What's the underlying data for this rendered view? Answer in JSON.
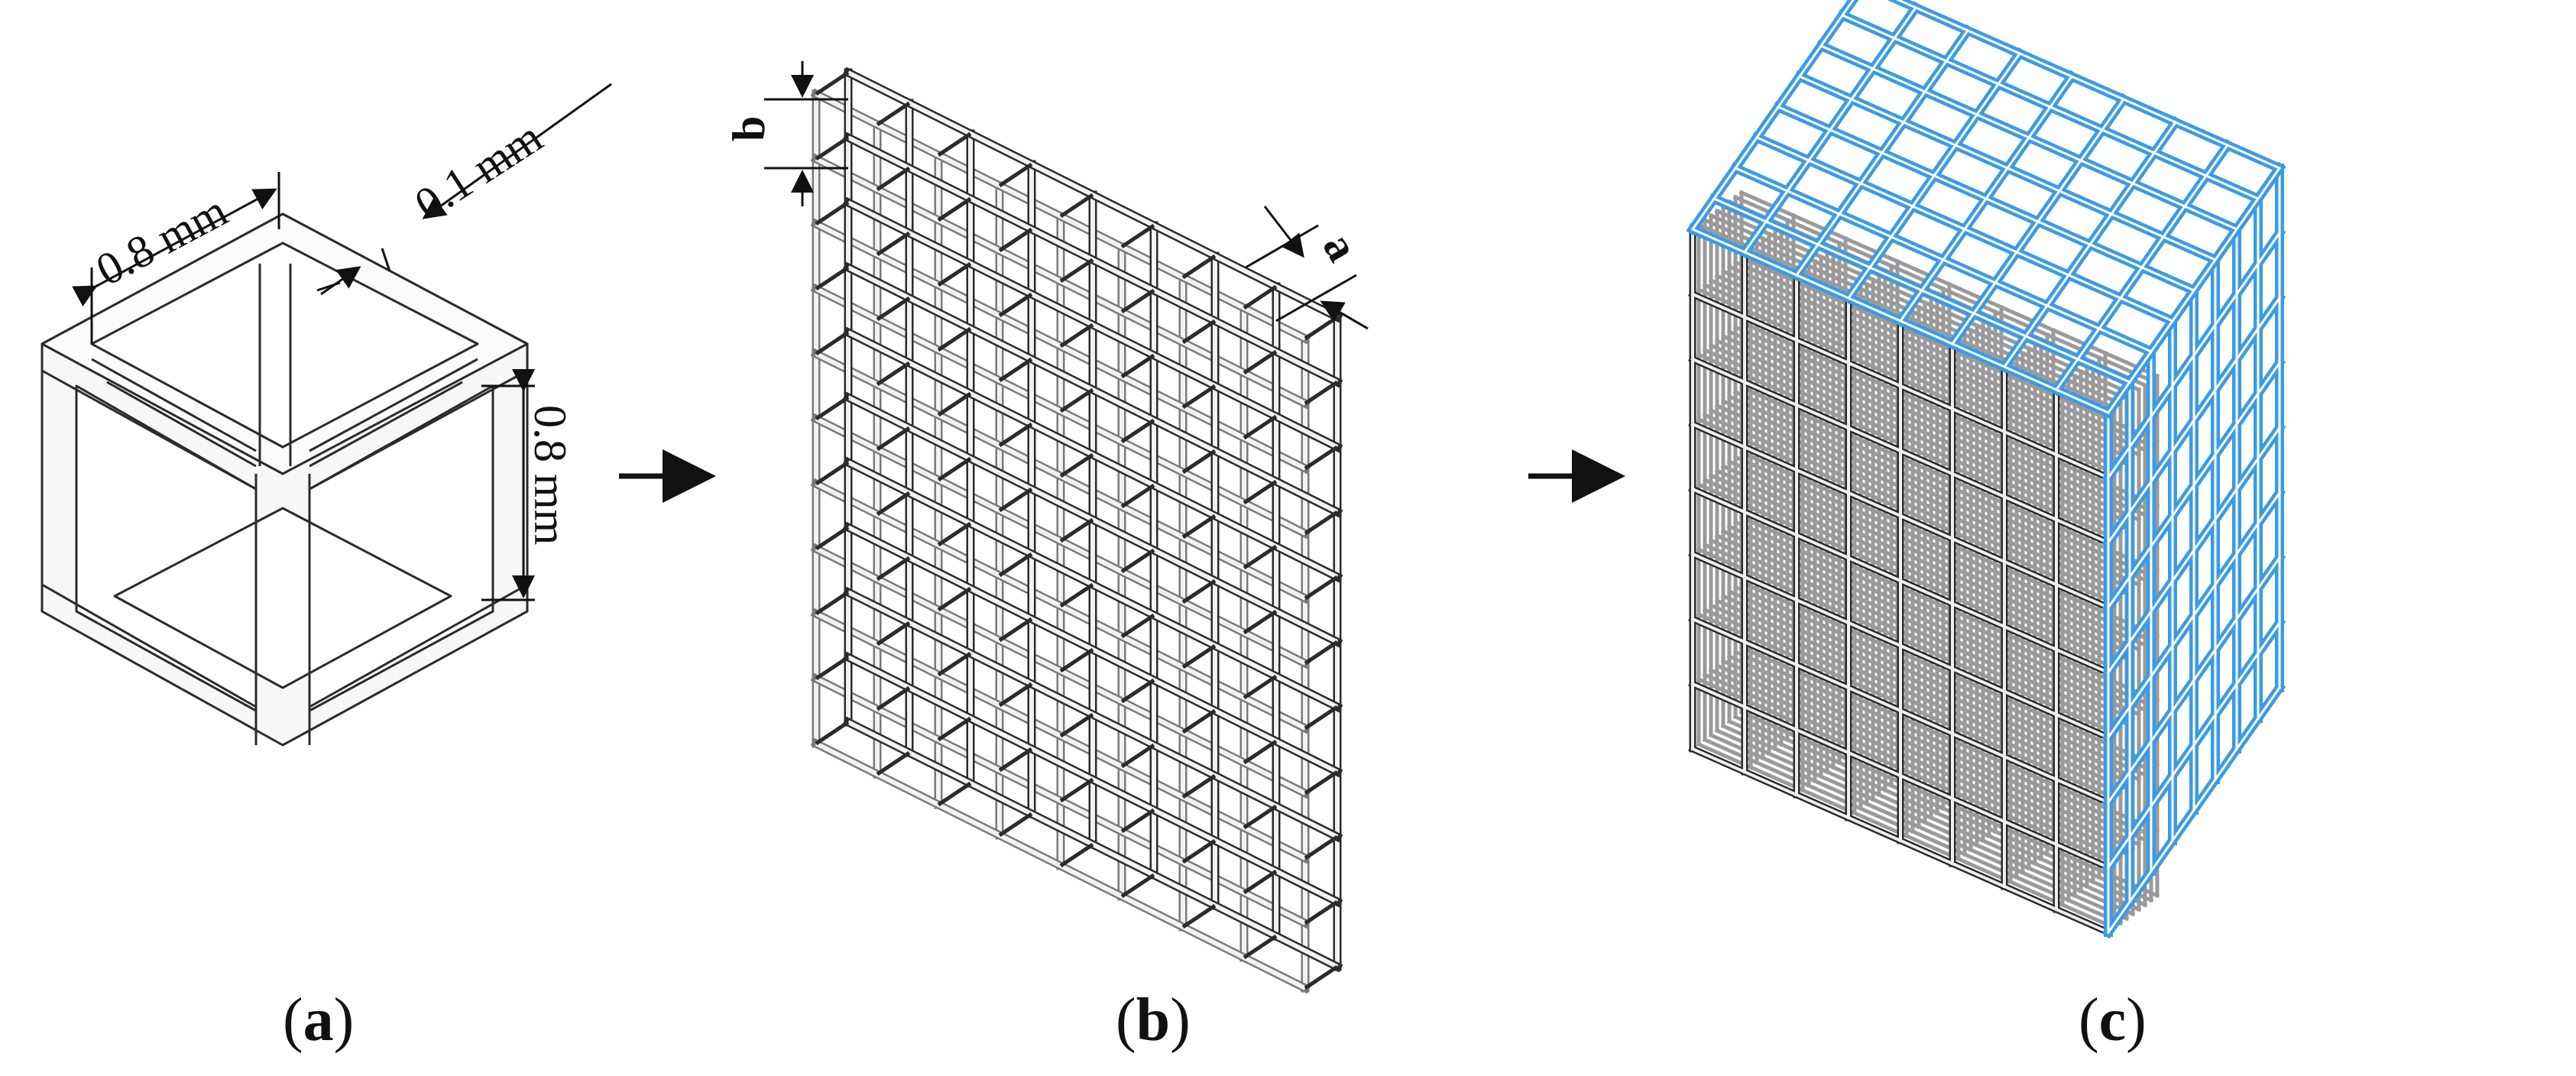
{
  "captions": {
    "a": {
      "open": "(",
      "letter": "a",
      "close": ")"
    },
    "b": {
      "open": "(",
      "letter": "b",
      "close": ")"
    },
    "c": {
      "open": "(",
      "letter": "c",
      "close": ")"
    }
  },
  "panel_a": {
    "width_label": "0.8 mm",
    "strut_label": "0.1 mm",
    "height_label": "0.8 mm"
  },
  "panel_b": {
    "label_a": "a",
    "label_b": "b",
    "grid_cols": 8,
    "grid_rows": 10
  },
  "panel_c": {
    "grid_n": 8
  },
  "colors": {
    "stroke": "#2b2b2b",
    "strut_fill": "#f4f4f4",
    "highlight": "#3b9be3"
  }
}
